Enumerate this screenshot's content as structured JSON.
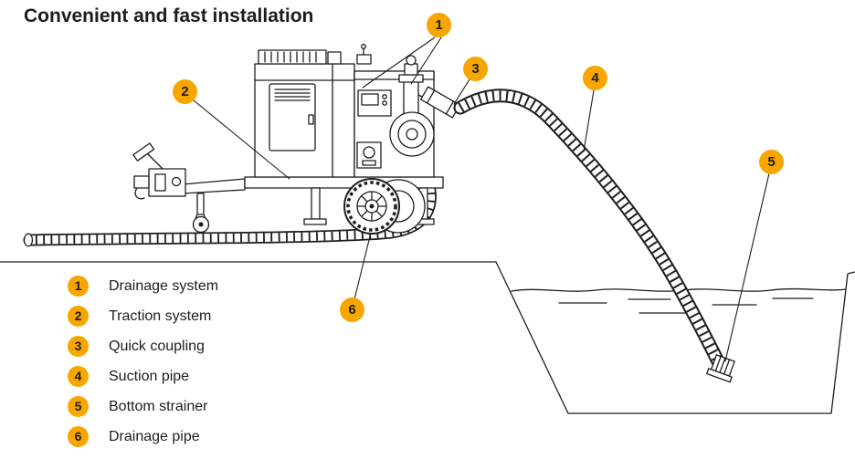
{
  "title": "Convenient and fast installation",
  "colors": {
    "badge": "#F7A600",
    "ink": "#1d1d1b"
  },
  "callouts": [
    {
      "number": "1",
      "label": "Drainage system"
    },
    {
      "number": "2",
      "label": "Traction system"
    },
    {
      "number": "3",
      "label": "Quick coupling"
    },
    {
      "number": "4",
      "label": "Suction pipe"
    },
    {
      "number": "5",
      "label": "Bottom strainer"
    },
    {
      "number": "6",
      "label": "Drainage pipe"
    }
  ]
}
